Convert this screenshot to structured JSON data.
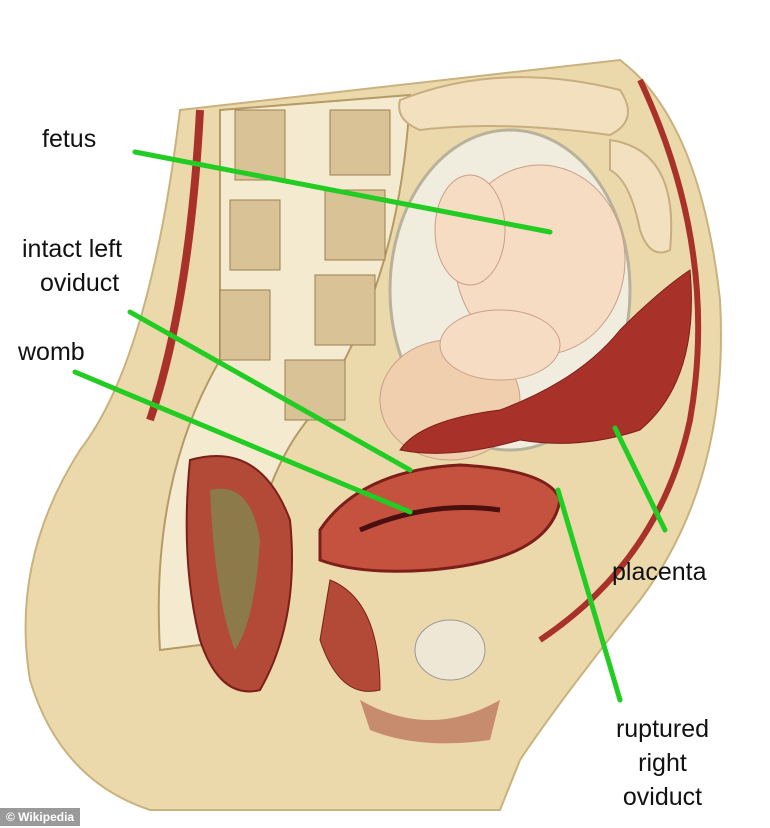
{
  "labels": {
    "fetus": "fetus",
    "intact_left_oviduct": [
      "intact left",
      "oviduct"
    ],
    "womb": "womb",
    "placenta": "placenta",
    "ruptured_right_oviduct": [
      "ruptured",
      "right",
      "oviduct"
    ]
  },
  "credit": "© Wikipedia",
  "colors": {
    "pointer_line": "#22cc22",
    "skin": "#ecd9ab",
    "tissue": "#a8322a"
  }
}
